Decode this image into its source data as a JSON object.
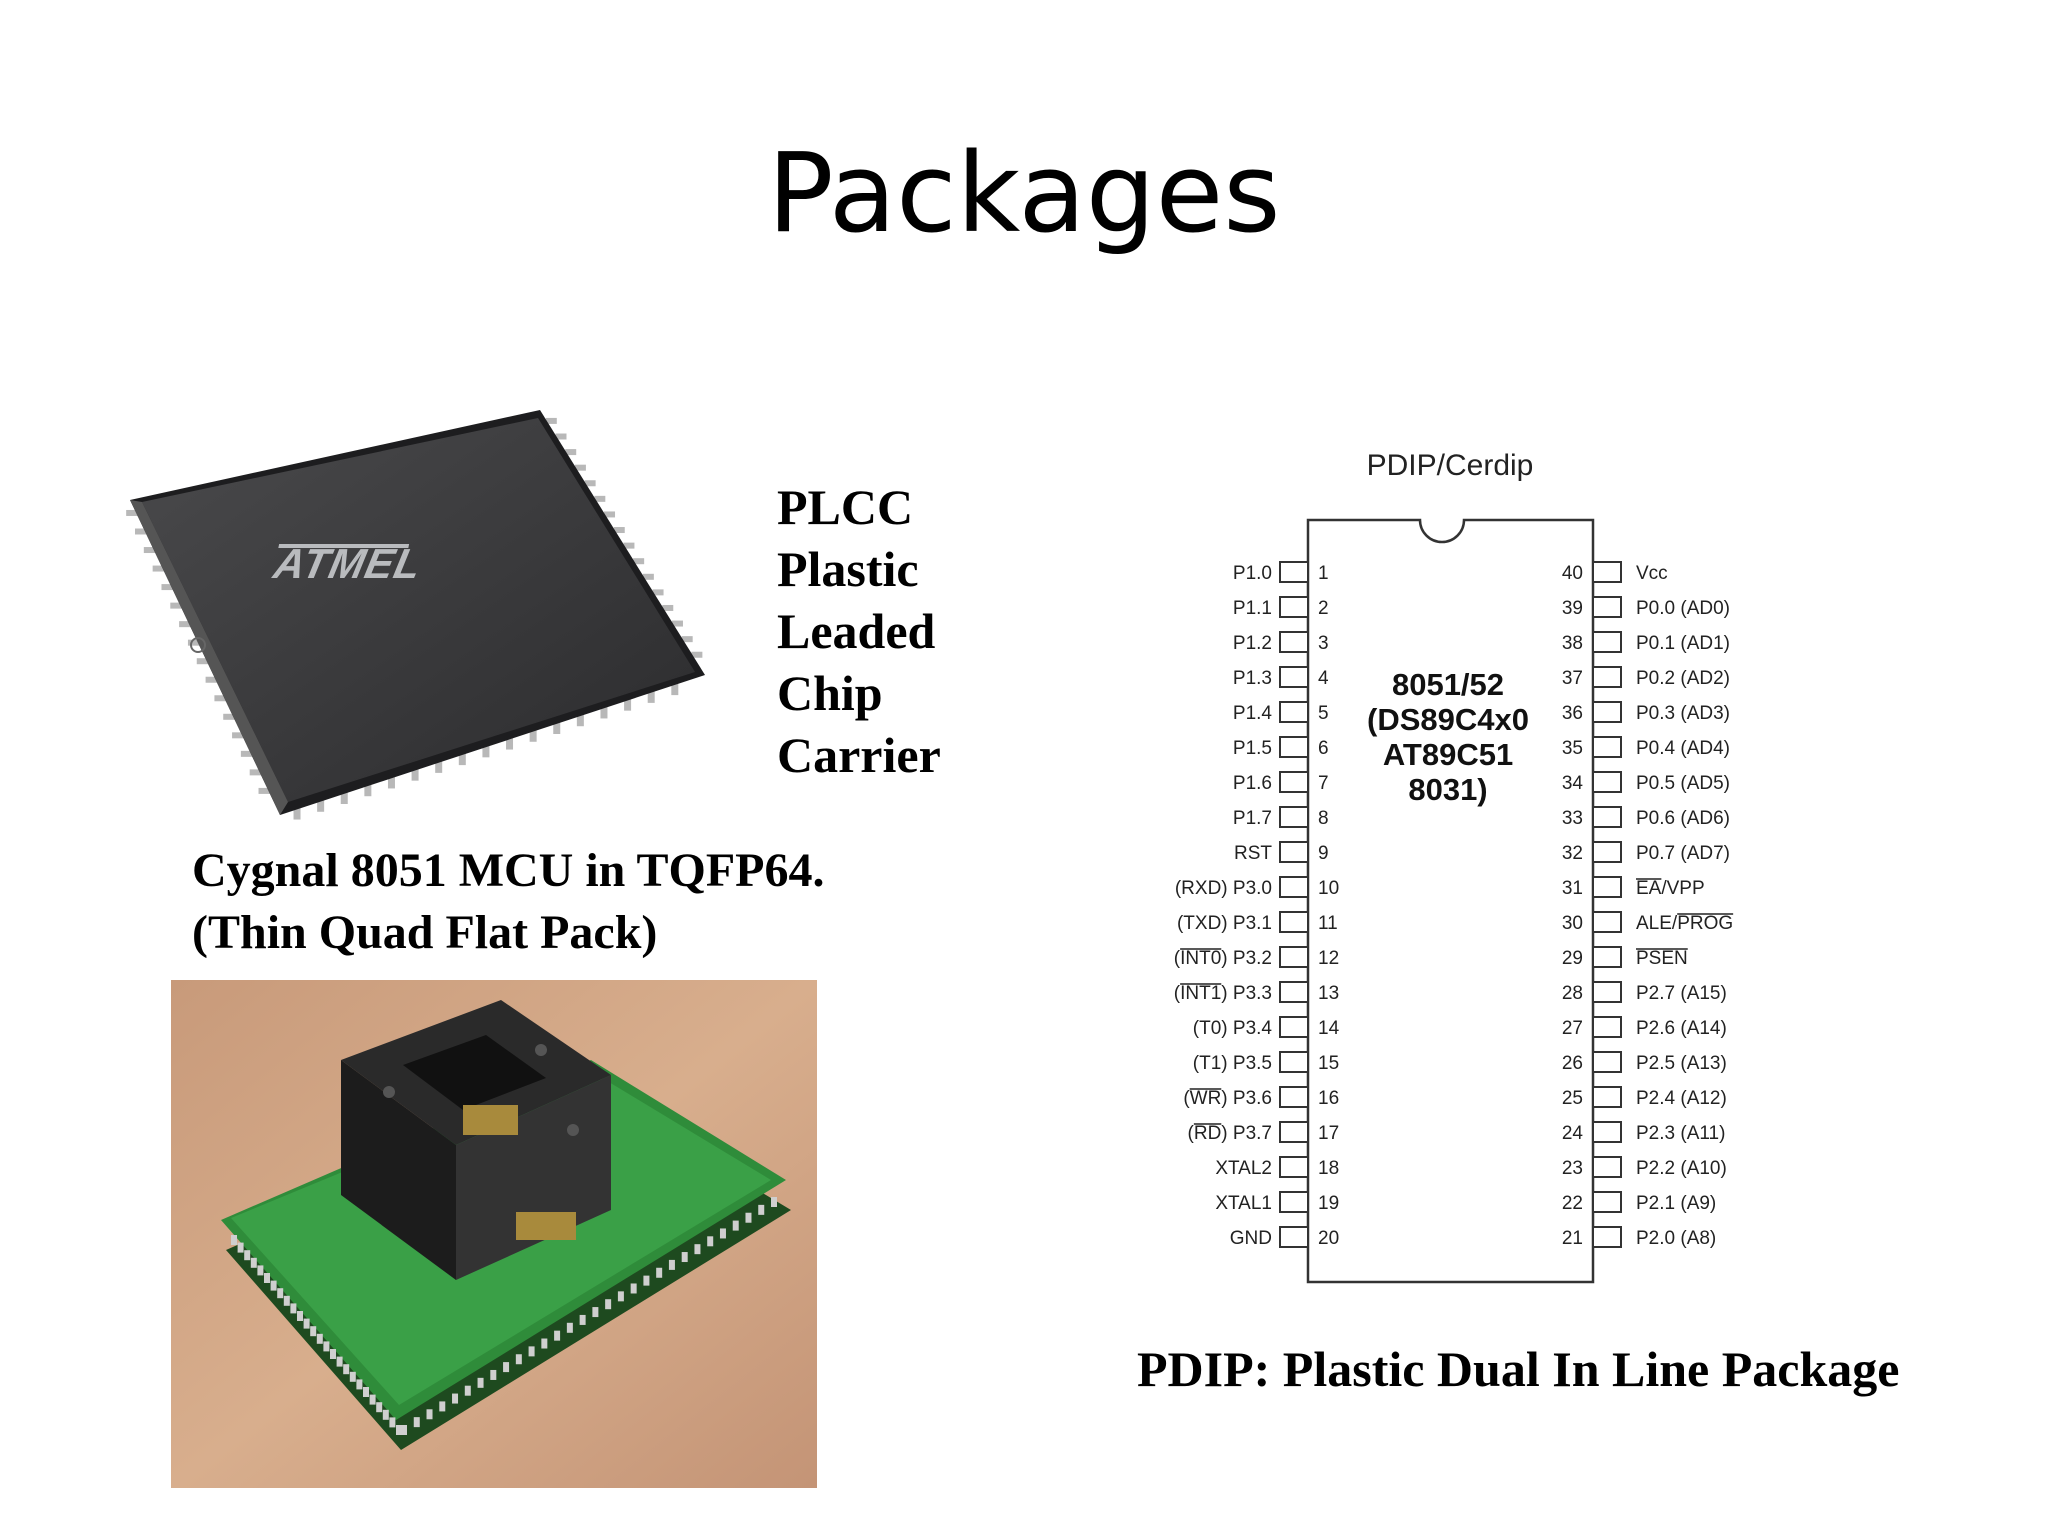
{
  "slide": {
    "title": "Packages"
  },
  "plcc": {
    "logo_text": "ATMEL",
    "label_lines": [
      "PLCC",
      "Plastic",
      "Leaded",
      "Chip",
      "Carrier"
    ]
  },
  "tqfp": {
    "caption_lines": [
      "Cygnal 8051 MCU in TQFP64.",
      "(Thin Quad Flat Pack)"
    ]
  },
  "pdip": {
    "package_title": "PDIP/Cerdip",
    "chip_label_lines": [
      "8051/52",
      "(DS89C4x0",
      "AT89C51",
      "8031)"
    ],
    "left_pins": [
      {
        "num": "1",
        "name": "P1.0"
      },
      {
        "num": "2",
        "name": "P1.1"
      },
      {
        "num": "3",
        "name": "P1.2"
      },
      {
        "num": "4",
        "name": "P1.3"
      },
      {
        "num": "5",
        "name": "P1.4"
      },
      {
        "num": "6",
        "name": "P1.5"
      },
      {
        "num": "7",
        "name": "P1.6"
      },
      {
        "num": "8",
        "name": "P1.7"
      },
      {
        "num": "9",
        "name": "RST"
      },
      {
        "num": "10",
        "name": "(RXD) P3.0"
      },
      {
        "num": "11",
        "name": "(TXD) P3.1"
      },
      {
        "num": "12",
        "name": "(INT0) P3.2"
      },
      {
        "num": "13",
        "name": "(INT1) P3.3"
      },
      {
        "num": "14",
        "name": "(T0) P3.4"
      },
      {
        "num": "15",
        "name": "(T1) P3.5"
      },
      {
        "num": "16",
        "name": "(WR) P3.6"
      },
      {
        "num": "17",
        "name": "(RD) P3.7"
      },
      {
        "num": "18",
        "name": "XTAL2"
      },
      {
        "num": "19",
        "name": "XTAL1"
      },
      {
        "num": "20",
        "name": "GND"
      }
    ],
    "right_pins": [
      {
        "num": "40",
        "name": "Vcc"
      },
      {
        "num": "39",
        "name": "P0.0 (AD0)"
      },
      {
        "num": "38",
        "name": "P0.1 (AD1)"
      },
      {
        "num": "37",
        "name": "P0.2 (AD2)"
      },
      {
        "num": "36",
        "name": "P0.3 (AD3)"
      },
      {
        "num": "35",
        "name": "P0.4 (AD4)"
      },
      {
        "num": "34",
        "name": "P0.5 (AD5)"
      },
      {
        "num": "33",
        "name": "P0.6 (AD6)"
      },
      {
        "num": "32",
        "name": "P0.7 (AD7)"
      },
      {
        "num": "31",
        "name": "EA/VPP"
      },
      {
        "num": "30",
        "name": "ALE/PROG"
      },
      {
        "num": "29",
        "name": "PSEN"
      },
      {
        "num": "28",
        "name": "P2.7 (A15)"
      },
      {
        "num": "27",
        "name": "P2.6 (A14)"
      },
      {
        "num": "26",
        "name": "P2.5 (A13)"
      },
      {
        "num": "25",
        "name": "P2.4 (A12)"
      },
      {
        "num": "24",
        "name": "P2.3 (A11)"
      },
      {
        "num": "23",
        "name": "P2.2 (A10)"
      },
      {
        "num": "22",
        "name": "P2.1 (A9)"
      },
      {
        "num": "21",
        "name": "P2.0 (A8)"
      }
    ],
    "caption": "PDIP: Plastic Dual In Line Package"
  }
}
